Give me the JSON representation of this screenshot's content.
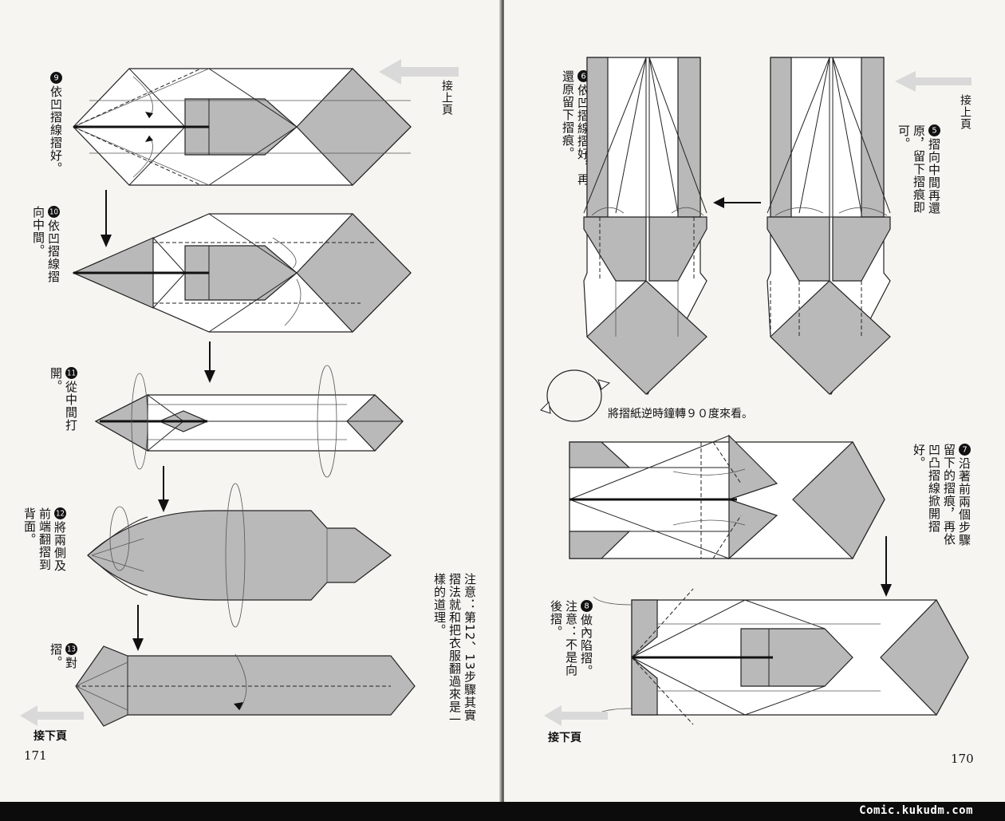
{
  "left_page": {
    "page_number": "171",
    "continue_from_label": "接上頁",
    "continue_to_label": "接下頁",
    "steps": [
      {
        "num": "9",
        "text": "依凹摺線摺好。"
      },
      {
        "num": "10",
        "text": "依凹摺線摺向中間。"
      },
      {
        "num": "11",
        "text": "從中間打開。"
      },
      {
        "num": "12",
        "text": "將兩側及前端翻摺到背面。"
      },
      {
        "num": "13",
        "text": "對摺。"
      }
    ],
    "note": "注意：第12、13步驟其實摺法就和把衣服翻過來是一樣的道理。"
  },
  "right_page": {
    "page_number": "170",
    "continue_from_label": "接上頁",
    "continue_to_label": "接下頁",
    "steps": [
      {
        "num": "5",
        "text": "摺向中間再還原，留下摺痕即可。"
      },
      {
        "num": "6",
        "text": "依凹摺線摺好，再還原留下摺痕。"
      },
      {
        "num": "7",
        "text": "沿著前兩個步驟留下的摺痕，再依凹凸摺線掀開摺好。"
      },
      {
        "num": "8",
        "text": "做內陷摺。注意：不是向後摺。"
      }
    ],
    "rotate_note": "將摺紙逆時鐘轉９０度來看。"
  },
  "watermark": "Comic.kukudm.com"
}
